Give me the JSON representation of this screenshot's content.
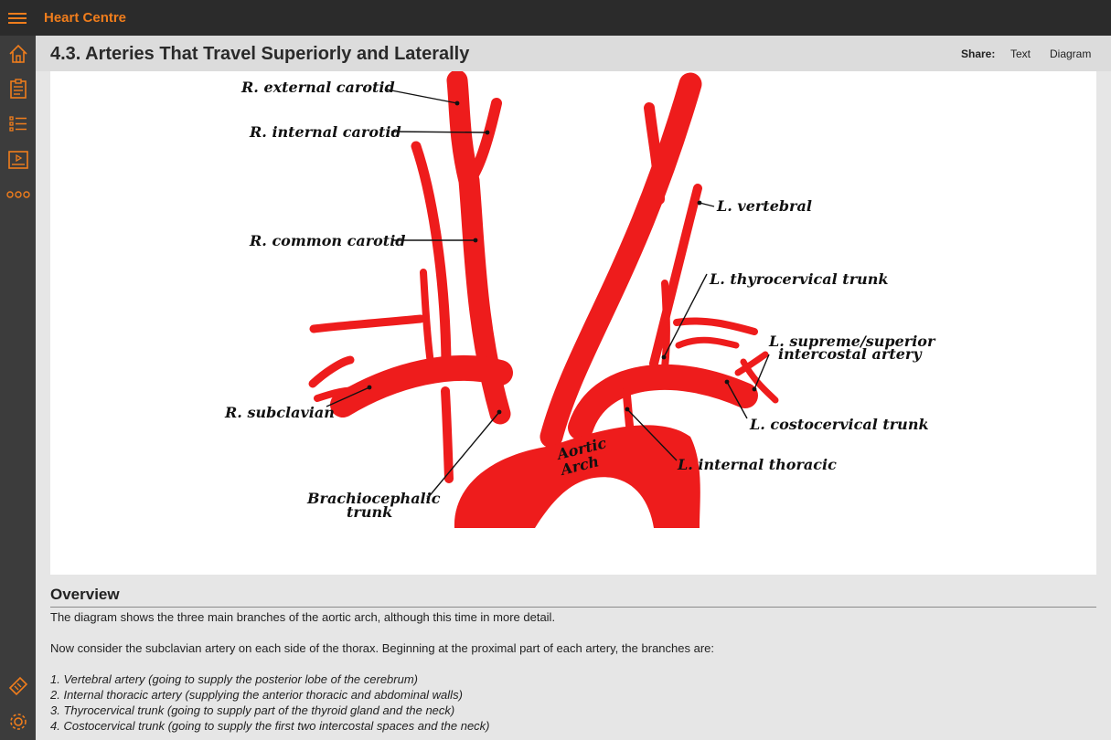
{
  "app": {
    "title": "Heart Centre"
  },
  "icons": {
    "menu": "hamburger-menu-icon",
    "home": "home-icon",
    "notes": "clipboard-icon",
    "list": "checklist-icon",
    "video": "video-player-icon",
    "more": "more-options-icon",
    "rate": "ticket-icon",
    "settings": "gear-icon"
  },
  "colors": {
    "accent": "#f07d1c",
    "artery": "#ee1c1c",
    "topbar": "#2b2b2b",
    "sidebar": "#3c3c3c"
  },
  "header": {
    "title": "4.3. Arteries That Travel Superiorly and Laterally",
    "share_label": "Share:",
    "share_text": "Text",
    "share_diagram": "Diagram"
  },
  "diagram": {
    "labels": {
      "r_external_carotid": "R. external carotid",
      "r_internal_carotid": "R. internal carotid",
      "r_common_carotid": "R. common carotid",
      "r_subclavian": "R. subclavian",
      "brachiocephalic_1": "Brachiocephalic",
      "brachiocephalic_2": "trunk",
      "l_vertebral": "L. vertebral",
      "l_thyrocervical": "L. thyrocervical trunk",
      "l_supreme_1": "L. supreme/superior",
      "l_supreme_2": "intercostal artery",
      "l_costocervical": "L. costocervical trunk",
      "l_internal_thoracic": "L. internal thoracic",
      "aortic_1": "Aortic",
      "aortic_2": "Arch"
    }
  },
  "overview": {
    "heading": "Overview",
    "p1": "The diagram shows the three main branches of the aortic arch, although this time in more detail.",
    "p2": "Now consider the subclavian artery on each side of the thorax. Beginning at the proximal part of each artery, the branches are:",
    "list": [
      "1. Vertebral artery (going to supply the posterior lobe of the cerebrum)",
      "2. Internal thoracic artery (supplying the anterior thoracic and abdominal walls)",
      "3. Thyrocervical trunk (going to supply part of the thyroid gland and the neck)",
      "4. Costocervical trunk (going to supply the first two intercostal spaces and the neck)"
    ]
  }
}
